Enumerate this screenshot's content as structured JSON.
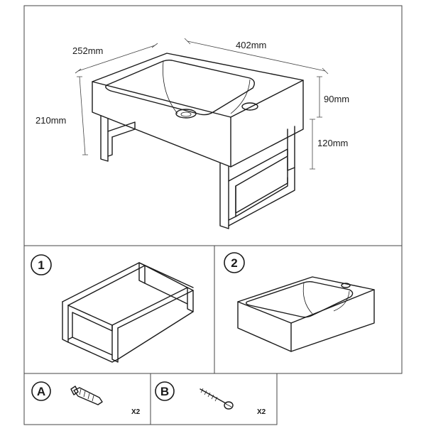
{
  "dimensions": {
    "depth": "252mm",
    "width": "402mm",
    "total_height": "210mm",
    "basin_height": "90mm",
    "frame_height": "120mm"
  },
  "steps": [
    {
      "number": "1"
    },
    {
      "number": "2"
    }
  ],
  "parts": [
    {
      "letter": "A",
      "quantity": "X2"
    },
    {
      "letter": "B",
      "quantity": "X2"
    }
  ],
  "colors": {
    "line": "#1a1a1a",
    "frame": "#444444",
    "background": "#ffffff"
  }
}
